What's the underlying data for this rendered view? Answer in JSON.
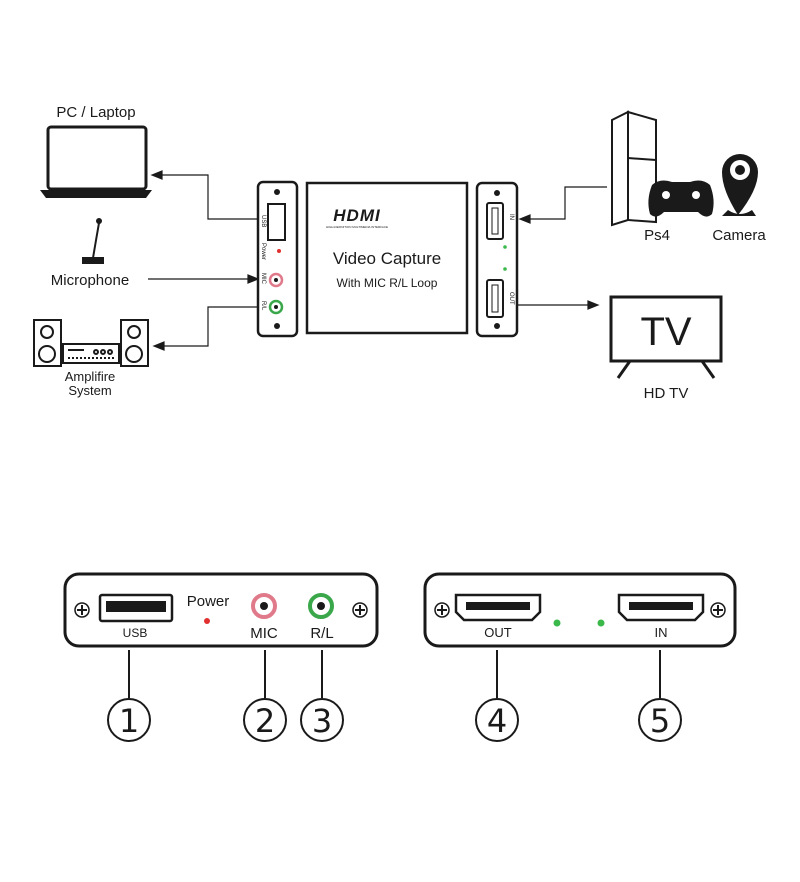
{
  "devices": {
    "pc": "PC / Laptop",
    "microphone": "Microphone",
    "amplifier": [
      "Amplifire",
      "System"
    ],
    "ps4": "Ps4",
    "camera": "Camera",
    "tv_screen": "TV",
    "tv": "HD TV"
  },
  "box": {
    "logo": "HDMI",
    "logo_small": "HIGH-DEFINITION MULTIMEDIA INTERFACE",
    "title": "Video Capture",
    "subtitle": "With MIC R/L Loop"
  },
  "left_panel_small": {
    "usb": "USB",
    "power": "Power",
    "mic": "MIC",
    "rl": "R/L"
  },
  "right_panel_small": {
    "in": "IN",
    "out": "OUT"
  },
  "front_panel": {
    "usb": "USB",
    "power": "Power",
    "mic": "MIC",
    "rl": "R/L"
  },
  "back_panel": {
    "out": "OUT",
    "in": "IN"
  },
  "callouts": [
    "1",
    "2",
    "3",
    "4",
    "5"
  ],
  "colors": {
    "stroke": "#1a1a1a",
    "mic_jack": "#e07a8a",
    "rl_jack": "#3aa84a",
    "power_led": "#e03030",
    "status_led": "#3ab84a"
  }
}
